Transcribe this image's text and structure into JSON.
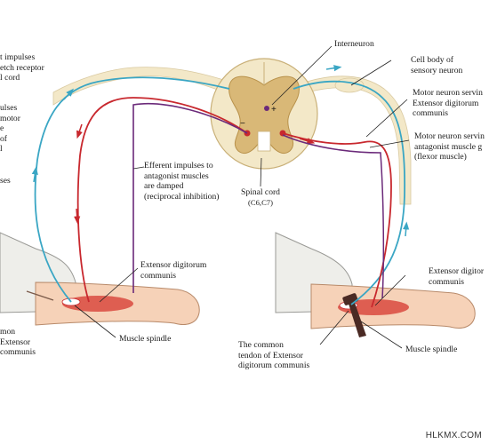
{
  "labels": {
    "interneuron": "Interneuron",
    "cell_body_sensory": [
      "Cell body of",
      "sensory neuron"
    ],
    "motor_serving": [
      "Motor neuron servin",
      "Extensor digitorum",
      "communis"
    ],
    "motor_antagonist": [
      "Motor neuron servin",
      "antagonist muscle g",
      "(flexor muscle)"
    ],
    "efferent": [
      "Efferent impulses to",
      "antagonist muscles",
      "are damped",
      "(reciprocal inhibition)"
    ],
    "spinal_cord": [
      "Spinal cord",
      "(C6,C7)"
    ],
    "left_top": [
      "t impulses",
      "etch receptor",
      "l cord"
    ],
    "left_mid": [
      "ulses",
      "motor",
      "e",
      "of",
      "l"
    ],
    "left_low": "ses",
    "ext_left": [
      "Extensor digitorum",
      "communis"
    ],
    "spindle_left": "Muscle spindle",
    "tendon_left": [
      "mon",
      "Extensor",
      "communis"
    ],
    "ext_right": [
      "Extensor digitor",
      "communis"
    ],
    "common_tendon": [
      "The common",
      "tendon of Extensor",
      "digitorum communis"
    ],
    "spindle_right": "Muscle spindle",
    "cord_plus": "+",
    "cord_minus": "−"
  },
  "watermark": "HLKMX.COM",
  "colors": {
    "sensory": "#3aa6c4",
    "motor": "#c8282e",
    "inhibitory": "#6b2a7a",
    "white_matter": "#f3e8c8",
    "grey_matter": "#d9b877",
    "skin": "#f6d2b8",
    "muscle": "#d8443a",
    "sleeve": "#eeeeea"
  }
}
